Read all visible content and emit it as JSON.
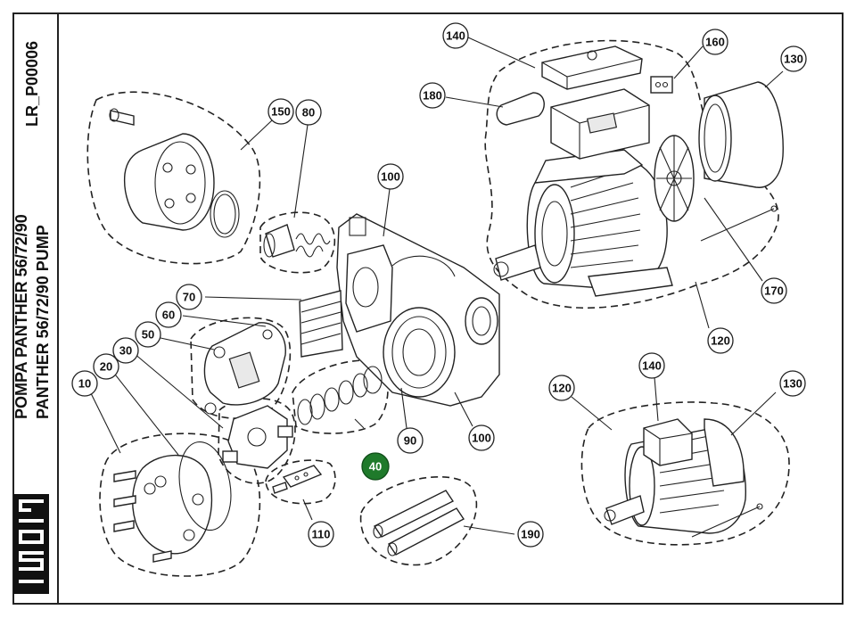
{
  "sheet": {
    "title_line1": "POMPA PANTHER 56/72/90",
    "title_line2": "PANTHER 56/72/90 PUMP",
    "code": "LR_P00006",
    "logo_text": "PIUSI"
  },
  "colors": {
    "highlight": "#1f7a2b",
    "line": "#222222"
  },
  "callouts": [
    {
      "id": "10",
      "label": "10"
    },
    {
      "id": "20",
      "label": "20"
    },
    {
      "id": "30",
      "label": "30"
    },
    {
      "id": "40",
      "label": "40",
      "highlighted": true
    },
    {
      "id": "50",
      "label": "50"
    },
    {
      "id": "60",
      "label": "60"
    },
    {
      "id": "70",
      "label": "70"
    },
    {
      "id": "80",
      "label": "80"
    },
    {
      "id": "90",
      "label": "90"
    },
    {
      "id": "100a",
      "label": "100"
    },
    {
      "id": "100b",
      "label": "100"
    },
    {
      "id": "110",
      "label": "110"
    },
    {
      "id": "120a",
      "label": "120"
    },
    {
      "id": "120b",
      "label": "120"
    },
    {
      "id": "130a",
      "label": "130"
    },
    {
      "id": "130b",
      "label": "130"
    },
    {
      "id": "140a",
      "label": "140"
    },
    {
      "id": "140b",
      "label": "140"
    },
    {
      "id": "150",
      "label": "150"
    },
    {
      "id": "160",
      "label": "160"
    },
    {
      "id": "170",
      "label": "170"
    },
    {
      "id": "180",
      "label": "180"
    },
    {
      "id": "190",
      "label": "190"
    }
  ]
}
